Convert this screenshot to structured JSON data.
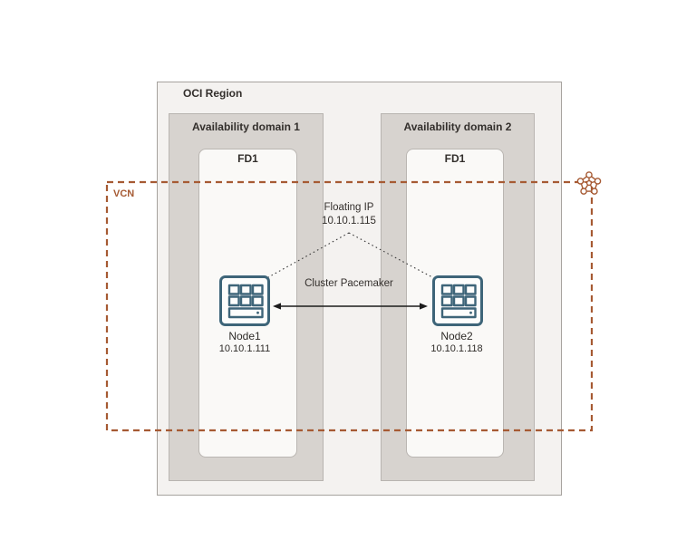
{
  "diagram": {
    "region_label": "OCI Region",
    "availability_domain_1_label": "Availability domain 1",
    "availability_domain_2_label": "Availability domain 2",
    "fault_domain_label": "FD1",
    "vcn_label": "VCN",
    "floating_ip": {
      "title": "Floating IP",
      "address": "10.10.1.115"
    },
    "cluster_link_label": "Cluster Pacemaker",
    "node1": {
      "name": "Node1",
      "ip": "10.10.1.111"
    },
    "node2": {
      "name": "Node2",
      "ip": "10.10.1.118"
    },
    "icons": {
      "node_icon": "compute-server-icon",
      "vcn_icon": "vcn-network-icon"
    },
    "colors": {
      "vcn_accent": "#A65A33",
      "node_icon_stroke": "#3E6579",
      "region_fill": "#F4F2F0",
      "availability_domain_fill": "#D7D3CF",
      "fault_domain_fill": "#FAF9F7",
      "text": "#332F2C",
      "connector": "#1C1C1C"
    }
  }
}
